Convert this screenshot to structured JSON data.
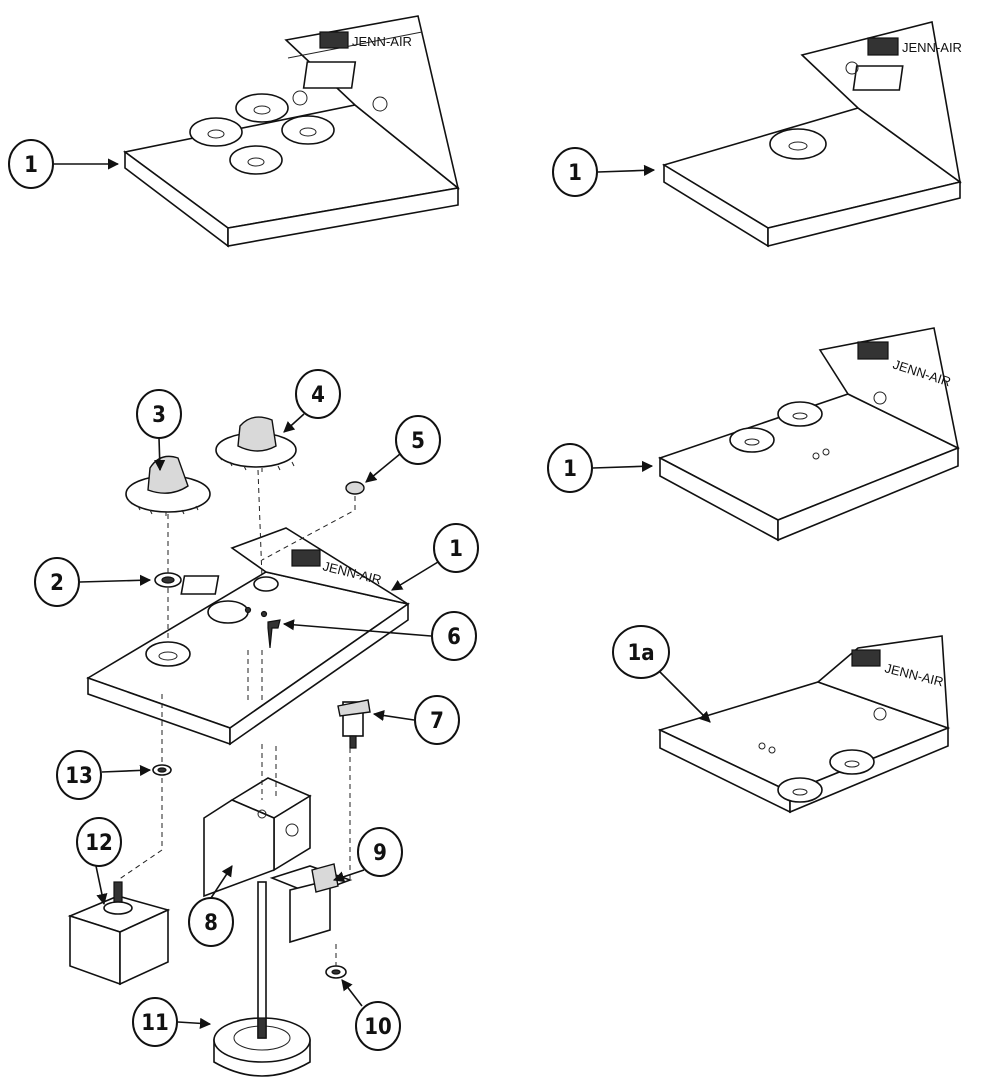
{
  "brand": {
    "name": "JENN-AIR",
    "logo_icon": "jenn-air-logo-icon"
  },
  "callouts": {
    "c1": "1",
    "c1a": "1a",
    "c2": "2",
    "c3": "3",
    "c4": "4",
    "c5": "5",
    "c6": "6",
    "c7": "7",
    "c8": "8",
    "c9": "9",
    "c10": "10",
    "c11": "11",
    "c12": "12",
    "c13": "13"
  },
  "colors": {
    "ink": "#111111",
    "background": "#ffffff"
  }
}
